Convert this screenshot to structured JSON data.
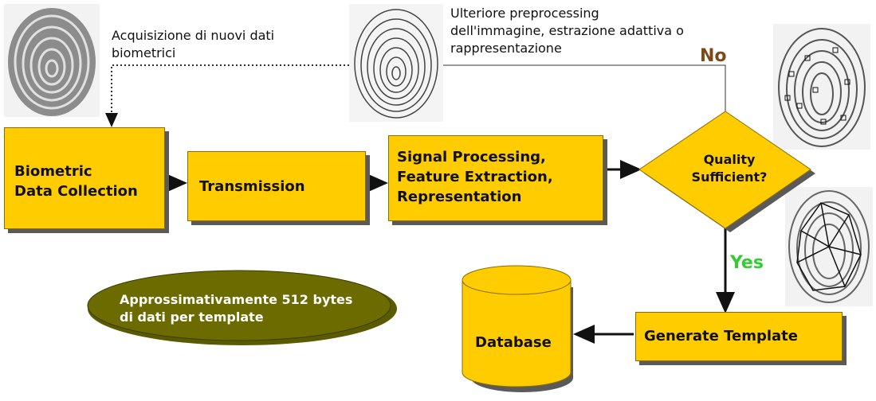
{
  "diagram": {
    "annotations": {
      "acquisition": "Acquisizione di nuovi dati\nbiometrici",
      "preprocessing": "Ulteriore preprocessing\ndell'immagine, estrazione adattiva o\nrappresentazione"
    },
    "nodes": {
      "data_collection": "Biometric\nData Collection",
      "transmission": "Transmission",
      "signal_processing": "Signal Processing,\nFeature Extraction,\nRepresentation",
      "quality_check": "Quality\nSufficient?",
      "generate_template": "Generate Template",
      "database": "Database"
    },
    "branch_labels": {
      "no": "No",
      "yes": "Yes"
    },
    "size_note": "Approssimativamente 512 bytes\ndi dati per template",
    "colors": {
      "box_fill": "#ffcc00",
      "no_label": "#7a4a1a",
      "yes_label": "#33cc33",
      "ellipse_fill": "#6b6b00"
    }
  }
}
